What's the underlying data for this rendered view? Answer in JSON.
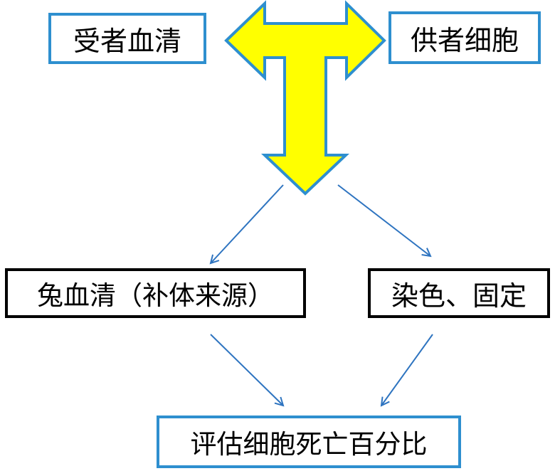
{
  "nodes": {
    "recipient_serum": "受者血清",
    "donor_cells": "供者细胞",
    "rabbit_serum": "兔血清（补体来源）",
    "stain_fix": "染色、固定",
    "evaluate": "评估细胞死亡百分比"
  },
  "colors": {
    "blue_border": "#2E8FCF",
    "black_border": "#000000",
    "arrow_fill": "#FFFF00",
    "arrow_outline": "#2E8FCF",
    "connector": "#2E74C0"
  }
}
